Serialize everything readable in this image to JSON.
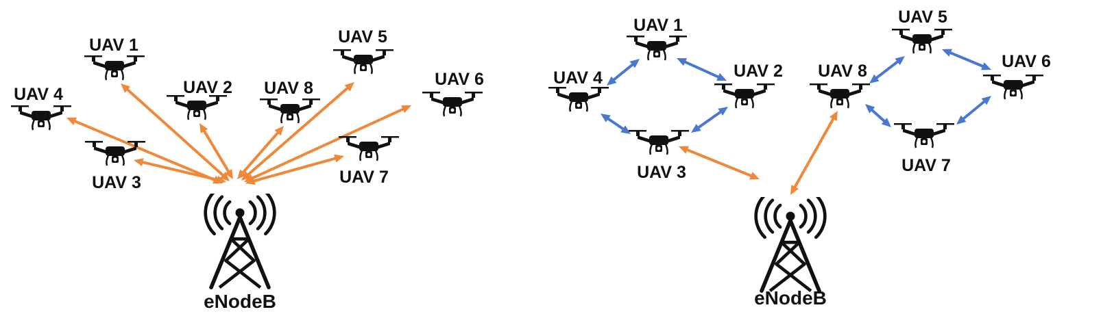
{
  "colors": {
    "direct_link": "#F0883A",
    "mesh_link": "#4A78D0",
    "icon": "#111111"
  },
  "left_panel": {
    "enodeb_label": "eNodeB",
    "uavs": [
      {
        "id": "uav1",
        "label": "UAV 1"
      },
      {
        "id": "uav2",
        "label": "UAV 2"
      },
      {
        "id": "uav3",
        "label": "UAV 3"
      },
      {
        "id": "uav4",
        "label": "UAV 4"
      },
      {
        "id": "uav5",
        "label": "UAV 5"
      },
      {
        "id": "uav6",
        "label": "UAV 6"
      },
      {
        "id": "uav7",
        "label": "UAV 7"
      },
      {
        "id": "uav8",
        "label": "UAV 8"
      }
    ],
    "links": [
      {
        "from": "enodeb",
        "to": "uav1",
        "type": "direct"
      },
      {
        "from": "enodeb",
        "to": "uav2",
        "type": "direct"
      },
      {
        "from": "enodeb",
        "to": "uav3",
        "type": "direct"
      },
      {
        "from": "enodeb",
        "to": "uav4",
        "type": "direct"
      },
      {
        "from": "enodeb",
        "to": "uav5",
        "type": "direct"
      },
      {
        "from": "enodeb",
        "to": "uav6",
        "type": "direct"
      },
      {
        "from": "enodeb",
        "to": "uav7",
        "type": "direct"
      },
      {
        "from": "enodeb",
        "to": "uav8",
        "type": "direct"
      }
    ]
  },
  "right_panel": {
    "enodeb_label": "eNodeB",
    "uavs": [
      {
        "id": "uav1",
        "label": "UAV 1"
      },
      {
        "id": "uav2",
        "label": "UAV 2"
      },
      {
        "id": "uav3",
        "label": "UAV 3"
      },
      {
        "id": "uav4",
        "label": "UAV 4"
      },
      {
        "id": "uav5",
        "label": "UAV 5"
      },
      {
        "id": "uav6",
        "label": "UAV 6"
      },
      {
        "id": "uav7",
        "label": "UAV 7"
      },
      {
        "id": "uav8",
        "label": "UAV 8"
      }
    ],
    "links": [
      {
        "from": "uav4",
        "to": "uav1",
        "type": "mesh"
      },
      {
        "from": "uav1",
        "to": "uav2",
        "type": "mesh"
      },
      {
        "from": "uav4",
        "to": "uav3",
        "type": "mesh"
      },
      {
        "from": "uav3",
        "to": "uav2",
        "type": "mesh"
      },
      {
        "from": "uav8",
        "to": "uav5",
        "type": "mesh"
      },
      {
        "from": "uav5",
        "to": "uav6",
        "type": "mesh"
      },
      {
        "from": "uav8",
        "to": "uav7",
        "type": "mesh"
      },
      {
        "from": "uav7",
        "to": "uav6",
        "type": "mesh"
      },
      {
        "from": "uav3",
        "to": "enodeb",
        "type": "direct"
      },
      {
        "from": "enodeb",
        "to": "uav8",
        "type": "direct"
      }
    ]
  }
}
